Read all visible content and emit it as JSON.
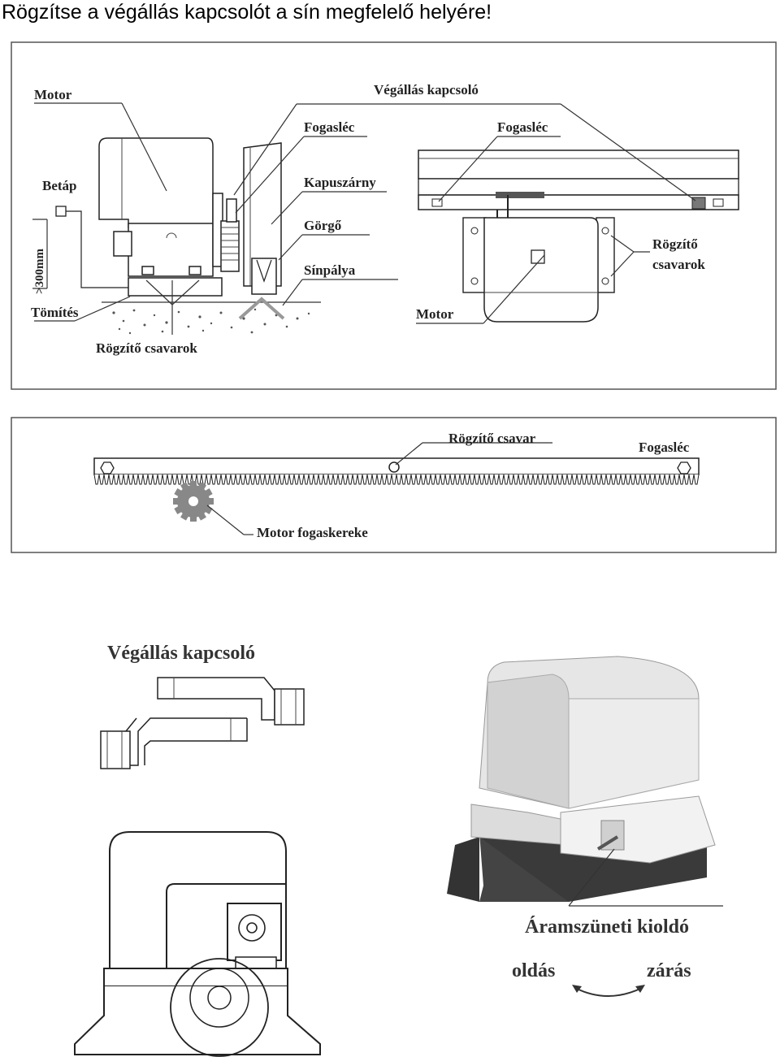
{
  "heading": "Rögzítse a végállás kapcsolót a sín megfelelő helyére!",
  "panel_top": {
    "motor": "Motor",
    "vegallas_kapcsolo": "Végállás kapcsoló",
    "fogasleç_left": "Fogasléc",
    "fogasleç_right": "Fogasléc",
    "betap": "Betáp",
    "kapuszarny": "Kapuszárny",
    "gorgo": "Görgő",
    "sinpalya": "Sínpálya",
    "tomites": "Tömítés",
    "rogzito_csavarok_left": "Rögzítő csavarok",
    "rogzito_line1": "Rögzítő",
    "rogzito_line2": "csavarok",
    "motor_right": "Motor",
    "dimension": ">300mm"
  },
  "panel_rack": {
    "rogzito_csavar": "Rögzítő csavar",
    "fogasleç": "Fogasléc",
    "motor_fogaskereke": "Motor fogaskereke"
  },
  "bottom": {
    "vegallas_kapcsolo": "Végállás kapcsoló",
    "aramszuneti_kioldo": "Áramszüneti kioldó",
    "oldas": "oldás",
    "zaras": "zárás"
  }
}
